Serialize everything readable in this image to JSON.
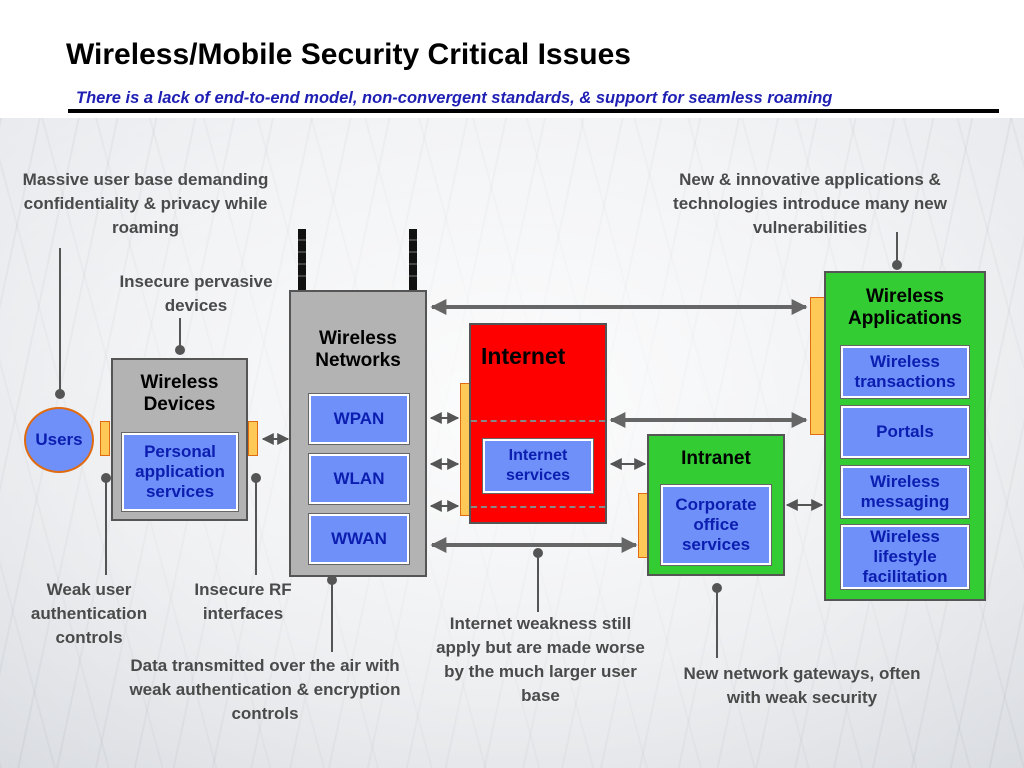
{
  "title": "Wireless/Mobile Security Critical Issues",
  "subtitle": "There is a lack of end-to-end model, non-convergent standards, & support for seamless roaming",
  "nodes": {
    "users": "Users",
    "wireless_devices": {
      "title": "Wireless Devices",
      "inner": "Personal application services"
    },
    "wireless_networks": {
      "title": "Wireless Networks",
      "items": [
        "WPAN",
        "WLAN",
        "WWAN"
      ]
    },
    "internet": {
      "title": "Internet",
      "inner": "Internet services"
    },
    "intranet": {
      "title": "Intranet",
      "inner": "Corporate office services"
    },
    "wireless_applications": {
      "title": "Wireless Applications",
      "items": [
        "Wireless transactions",
        "Portals",
        "Wireless messaging",
        "Wireless lifestyle facilitation"
      ]
    }
  },
  "callouts": {
    "massive_user_base": "Massive user base demanding confidentiality & privacy while roaming",
    "insecure_pervasive": "Insecure pervasive devices",
    "new_apps": "New & innovative applications & technologies introduce many new vulnerabilities",
    "weak_auth": "Weak user authentication controls",
    "insecure_rf": "Insecure RF interfaces",
    "data_transmitted": "Data transmitted over the air with weak authentication & encryption controls",
    "internet_weakness": "Internet weakness still apply but are made worse by the much larger user base",
    "network_gateways": "New network gateways, often with weak security"
  },
  "colors": {
    "title_blue": "#1f1fb4",
    "inner_blue": "#6f8ff9",
    "internet_red": "#ff0000",
    "green": "#33cc33",
    "gray": "#b3b3b3",
    "port": "#ffc958"
  }
}
